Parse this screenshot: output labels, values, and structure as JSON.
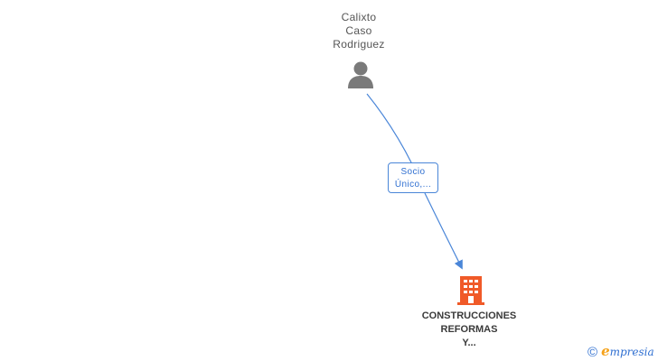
{
  "person": {
    "name_lines": [
      "Calixto",
      "Caso",
      "Rodriguez"
    ],
    "icon": "person-icon"
  },
  "relation": {
    "label_lines": [
      "Socio",
      "Único,..."
    ]
  },
  "company": {
    "name_lines": [
      "CONSTRUCCIONES",
      "REFORMAS",
      "Y..."
    ],
    "icon": "building-icon"
  },
  "watermark": {
    "copyright": "©",
    "brand_initial": "e",
    "brand_rest": "mpresia"
  },
  "colors": {
    "edge": "#4a86d8",
    "person_icon": "#7a7a7a",
    "company_icon": "#f05a28",
    "brand_e": "#f5a21a",
    "brand_text": "#2f6fd1"
  }
}
